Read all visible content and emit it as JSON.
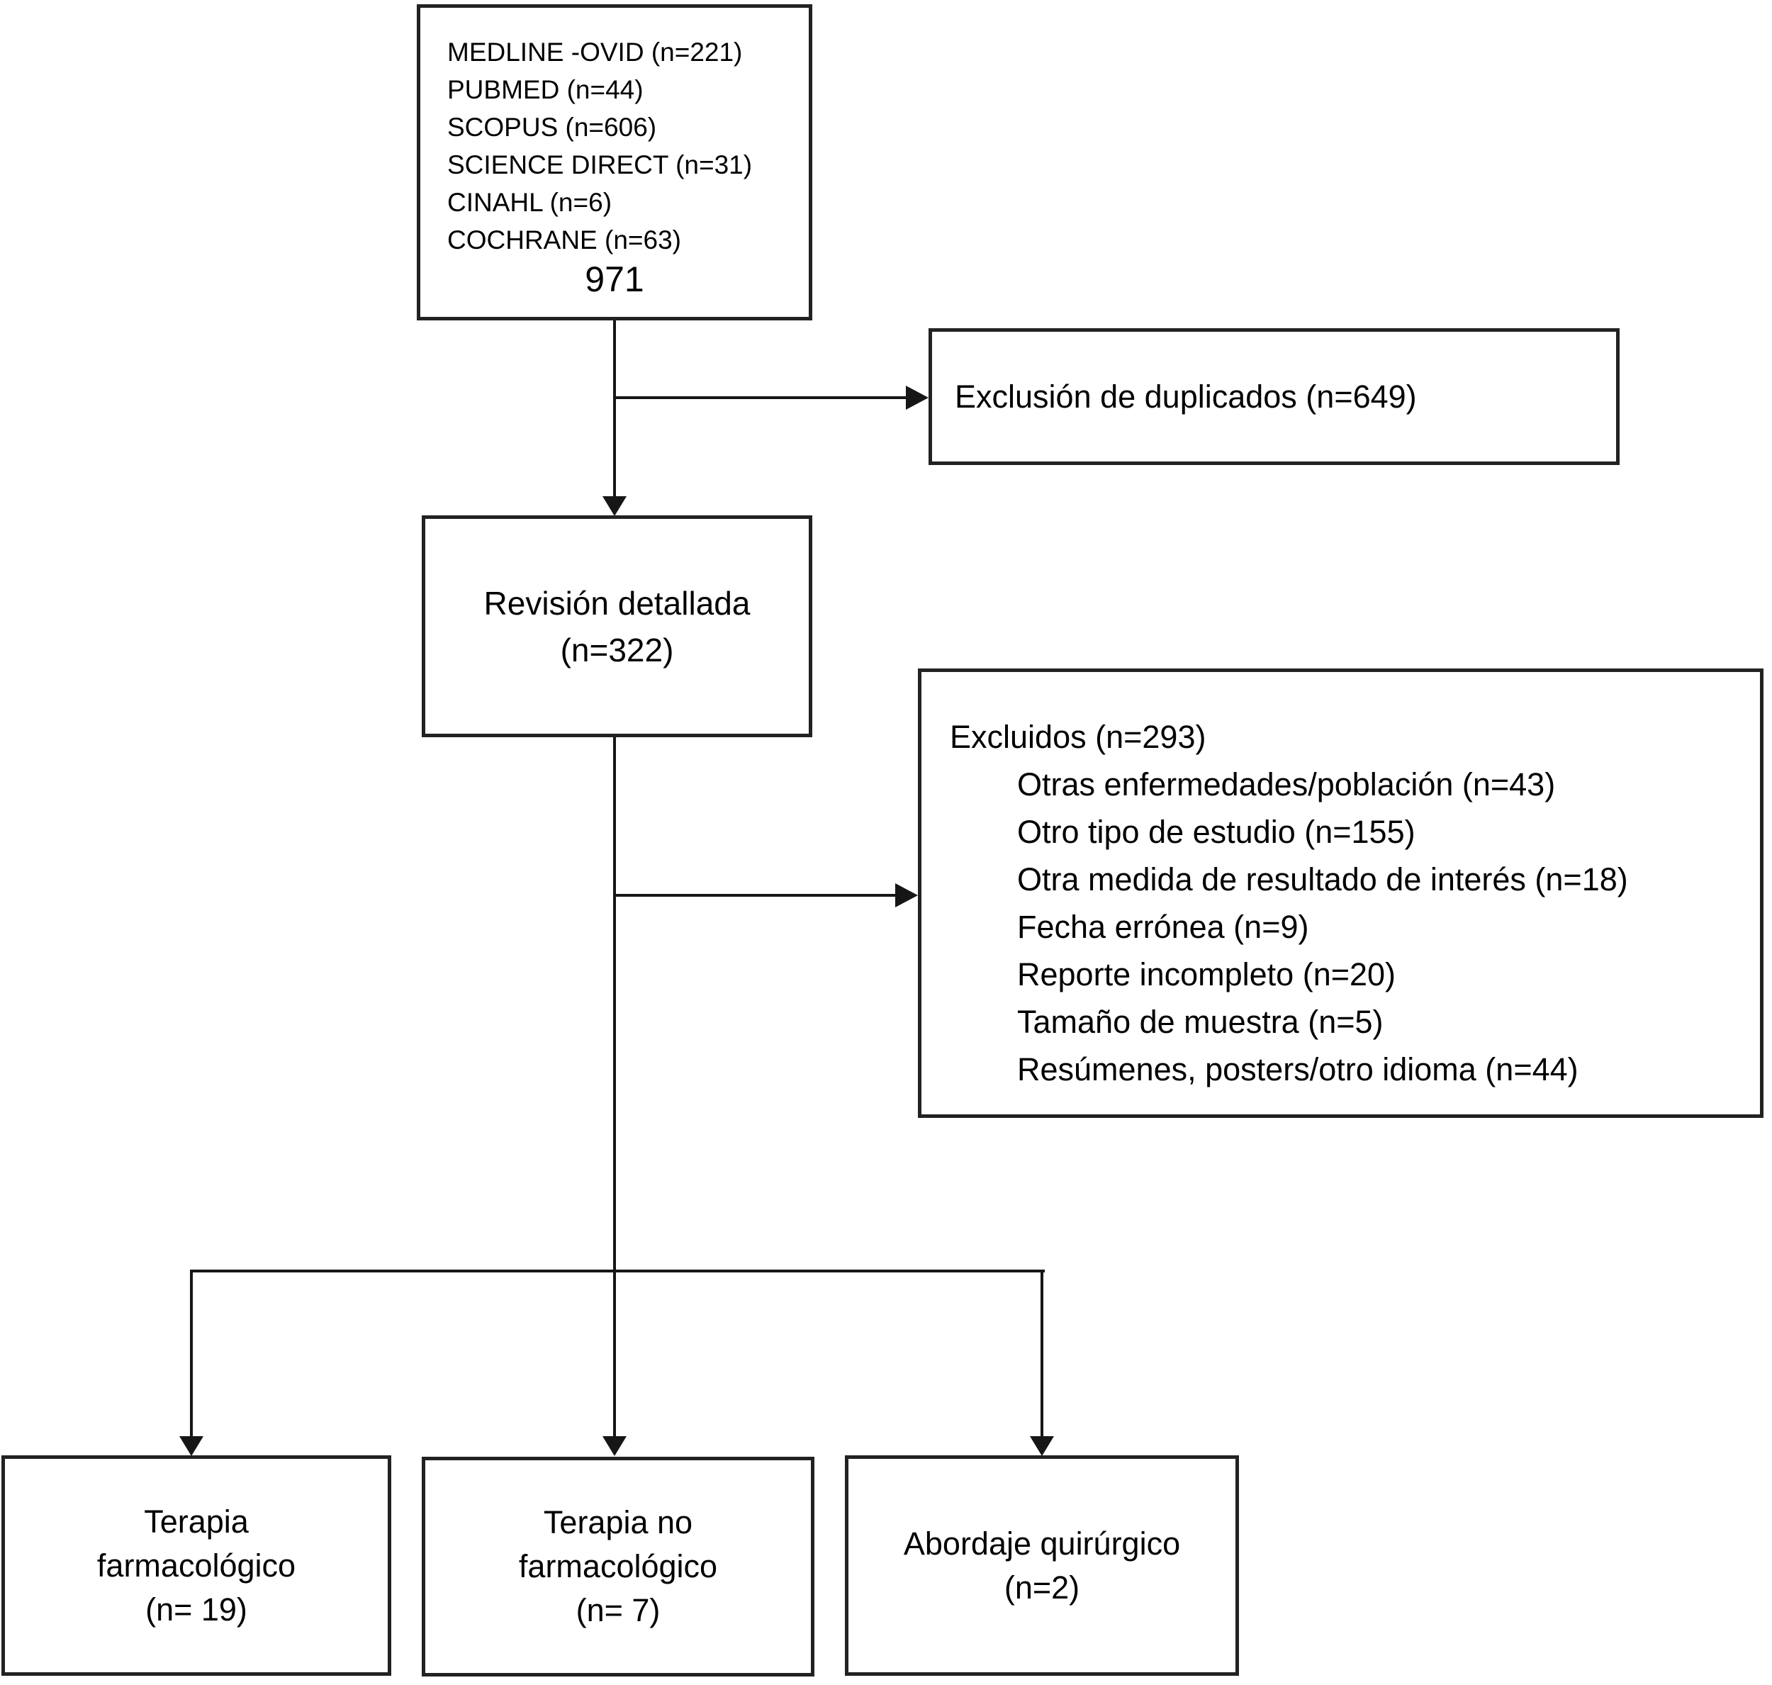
{
  "diagram": {
    "sources": {
      "items": [
        "MEDLINE -OVID (n=221)",
        "PUBMED (n=44)",
        "SCOPUS (n=606)",
        "SCIENCE DIRECT (n=31)",
        "CINAHL (n=6)",
        "COCHRANE (n=63)"
      ],
      "total": "971"
    },
    "duplicates": {
      "label": "Exclusión de duplicados (n=649)"
    },
    "review": {
      "line1": "Revisión detallada",
      "line2": "(n=322)"
    },
    "excluded": {
      "title": "Excluidos (n=293)",
      "items": [
        "Otras enfermedades/población (n=43)",
        "Otro tipo de estudio (n=155)",
        "Otra medida de resultado de interés (n=18)",
        "Fecha errónea (n=9)",
        "Reporte incompleto (n=20)",
        "Tamaño de muestra (n=5)",
        "Resúmenes, posters/otro idioma (n=44)"
      ]
    },
    "pharma": {
      "line1": "Terapia",
      "line2": "farmacológico",
      "line3": "(n= 19)"
    },
    "nonpharma": {
      "line1": "Terapia no",
      "line2": "farmacológico",
      "line3": "(n= 7)"
    },
    "surgical": {
      "line1": "Abordaje quirúrgico",
      "line2": "(n=2)"
    }
  },
  "colors": {
    "line": "#161616",
    "border": "#222222",
    "text": "#000000",
    "background": "#ffffff"
  }
}
